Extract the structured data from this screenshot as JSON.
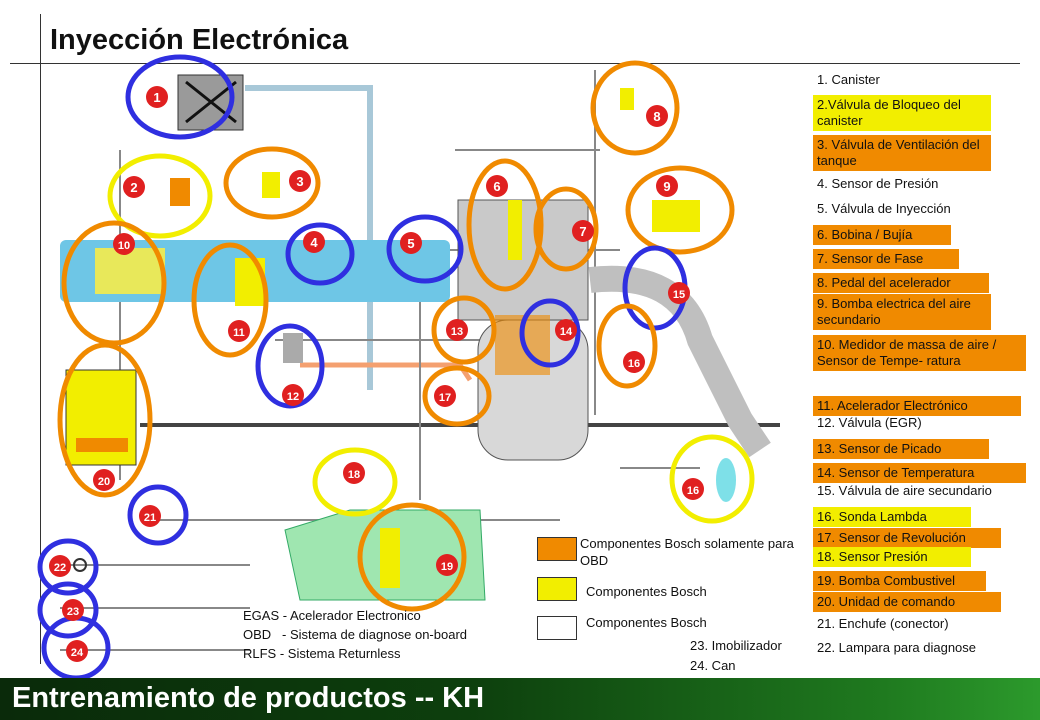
{
  "title": "Inyección Electrónica",
  "footer": "Entrenamiento de productos -- KH",
  "colors": {
    "orange": "#f08a00",
    "yellow": "#f2ee00",
    "blue": "#2f2fe0",
    "badge": "#e02020",
    "pipe": "#a8c8d8",
    "intake": "#6ec6e6",
    "exhaust": "#f4a070"
  },
  "components": [
    {
      "text": "1. Canister",
      "hl": "none"
    },
    {
      "text": "2.Válvula de Bloqueo del canister",
      "hl": "yellow"
    },
    {
      "text": "3. Válvula de Ventilación del tanque",
      "hl": "orange"
    },
    {
      "text": "4. Sensor de Presión",
      "hl": "none"
    },
    {
      "text": "5. Válvula de Inyección",
      "hl": "none"
    },
    {
      "text": "6. Bobina / Bujía",
      "hl": "orange"
    },
    {
      "text": "7. Sensor de Fase",
      "hl": "orange"
    },
    {
      "text": "8. Pedal del acelerador",
      "hl": "orange"
    },
    {
      "text": "9. Bomba electrica del aire secundario",
      "hl": "orange"
    },
    {
      "text": "10. Medidor de massa de aire / Sensor de Tempe- ratura",
      "hl": "orange"
    },
    {
      "text": "11. Acelerador Electrónico",
      "hl": "orange"
    },
    {
      "text": "12. Válvula (EGR)",
      "hl": "none"
    },
    {
      "text": "13. Sensor de Picado",
      "hl": "orange"
    },
    {
      "text": "14. Sensor de Temperatura",
      "hl": "orange"
    },
    {
      "text": "15. Válvula de aire secundario",
      "hl": "none"
    },
    {
      "text": "16. Sonda Lambda",
      "hl": "yellow"
    },
    {
      "text": "17. Sensor de Revolución",
      "hl": "orange"
    },
    {
      "text": "18.  Sensor Presión",
      "hl": "yellow"
    },
    {
      "text": "19. Bomba Combustivel",
      "hl": "orange"
    },
    {
      "text": "20. Unidad de comando",
      "hl": "orange"
    },
    {
      "text": "21. Enchufe (conector)",
      "hl": "none"
    },
    {
      "text": "22. Lampara para diagnose",
      "hl": "none"
    }
  ],
  "extra_items": [
    "23. Imobilizador",
    "24. Can"
  ],
  "key": {
    "orange": "Componentes Bosch solamente para OBD",
    "yellow": "Componentes Bosch",
    "white": "Componentes Bosch"
  },
  "abbreviations": [
    "EGAS - Acelerador Electronico",
    "OBD   - Sistema de diagnose on-board",
    "RLFS - Sistema Returnless"
  ],
  "badges": [
    "1",
    "2",
    "3",
    "4",
    "5",
    "6",
    "7",
    "8",
    "9",
    "10",
    "11",
    "12",
    "13",
    "14",
    "15",
    "16",
    "16",
    "17",
    "18",
    "19",
    "20",
    "21",
    "22",
    "23",
    "24"
  ]
}
